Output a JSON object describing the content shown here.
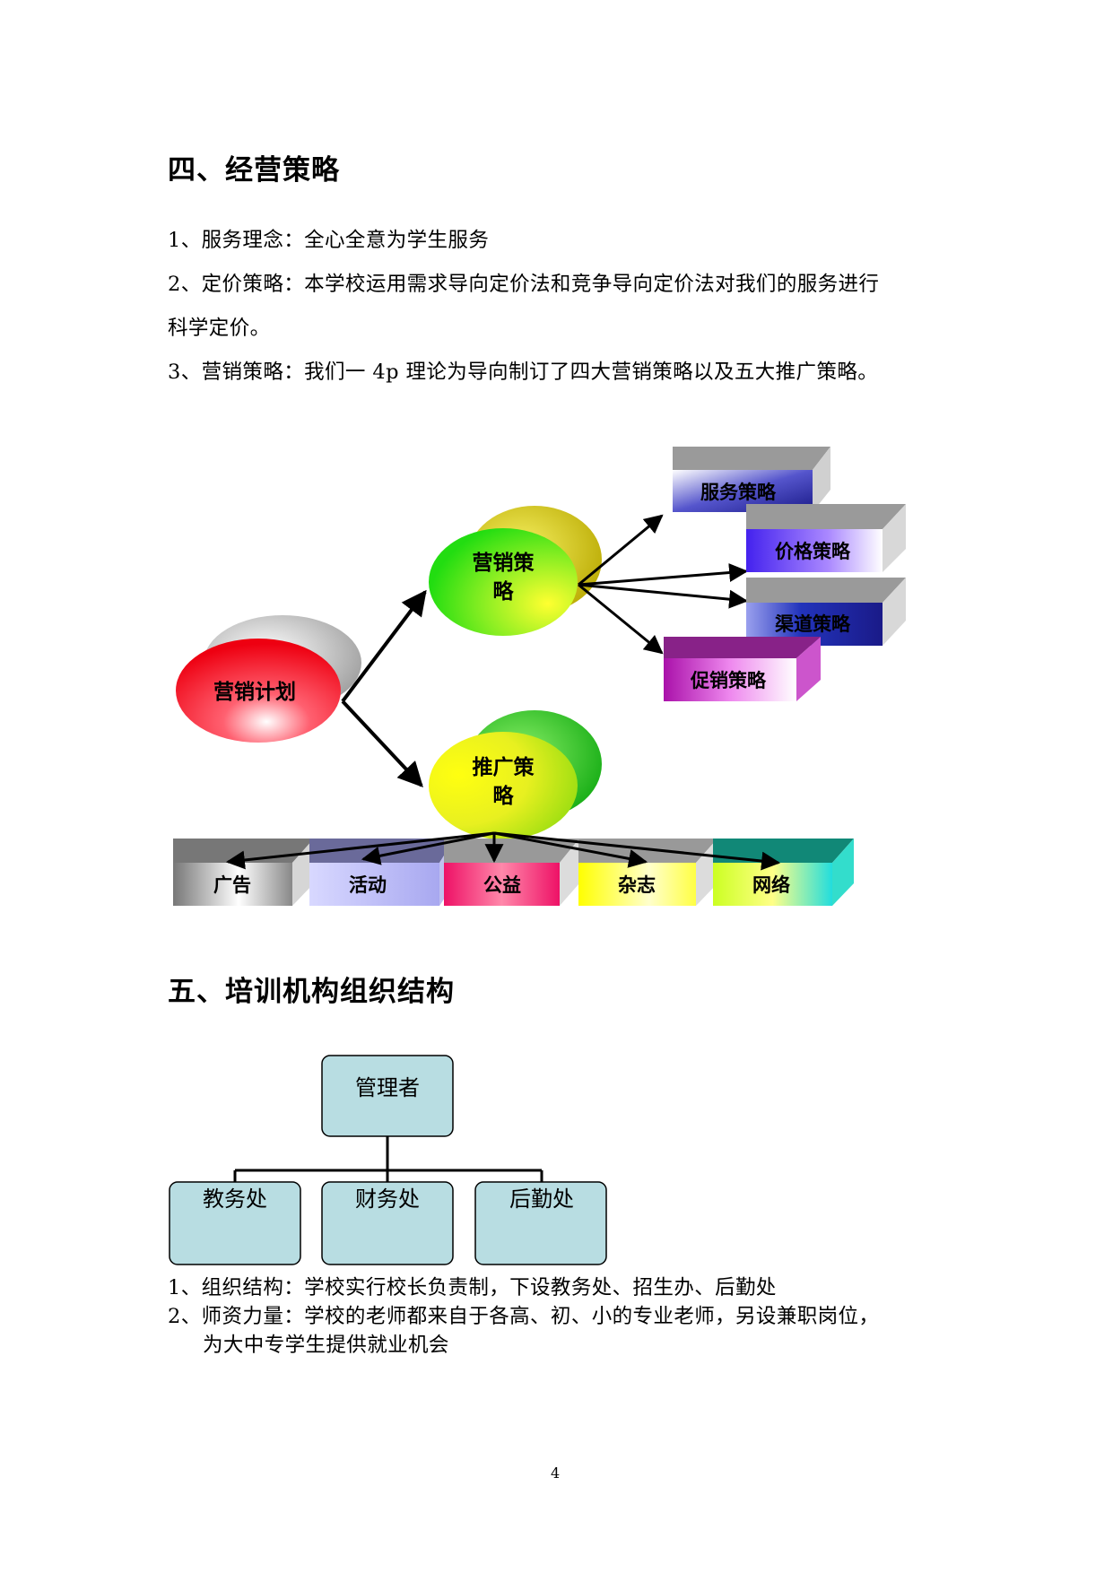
{
  "section4": {
    "title": "四、经营策略",
    "items": [
      "1、服务理念：全心全意为学生服务",
      "2、定价策略：本学校运用需求导向定价法和竞争导向定价法对我们的服务进行",
      "科学定价。",
      "3、营销策略：我们一 4p 理论为导向制订了四大营销策略以及五大推广策略。"
    ]
  },
  "diagram": {
    "root": "营销计划",
    "marketing": [
      "营销策",
      "略"
    ],
    "promotion": [
      "推广策",
      "略"
    ],
    "strategies": [
      "服务策略",
      "价格策略",
      "渠道策略",
      "促销策略"
    ],
    "channels": [
      "广告",
      "活动",
      "公益",
      "杂志",
      "网络"
    ]
  },
  "section5": {
    "title": "五、培训机构组织结构",
    "org": {
      "top": "管理者",
      "children": [
        "教务处",
        "财务处",
        "后勤处"
      ]
    },
    "items": [
      "1、组织结构：学校实行校长负责制，下设教务处、招生办、后勤处",
      "2、师资力量：学校的老师都来自于各高、初、小的专业老师，另设兼职岗位，",
      "为大中专学生提供就业机会"
    ]
  },
  "page_number": "4"
}
